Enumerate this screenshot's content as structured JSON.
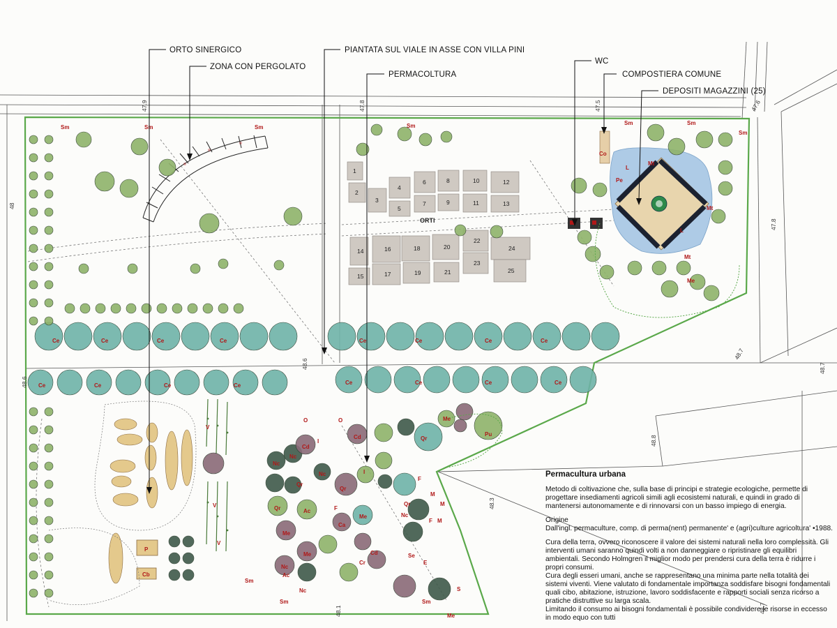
{
  "callouts": [
    {
      "id": "orto-sinergico",
      "text": "ORTO SINERGICO"
    },
    {
      "id": "zona-pergolato",
      "text": "ZONA CON PERGOLATO"
    },
    {
      "id": "piantata",
      "text": "PIANTATA SUL VIALE IN ASSE CON VILLA PINI"
    },
    {
      "id": "permacoltura",
      "text": "PERMACOLTURA"
    },
    {
      "id": "wc",
      "text": "WC"
    },
    {
      "id": "compostiera",
      "text": "COMPOSTIERA COMUNE"
    },
    {
      "id": "depositi",
      "text": "DEPOSITI MAGAZZINI (25)"
    }
  ],
  "orti_label": "ORTI",
  "plot_numbers": [
    "1",
    "2",
    "3",
    "4",
    "5",
    "6",
    "7",
    "8",
    "9",
    "10",
    "11",
    "12",
    "13",
    "14",
    "15",
    "16",
    "17",
    "18",
    "19",
    "20",
    "21",
    "22",
    "23",
    "24",
    "25"
  ],
  "elevations": [
    "47.9",
    "48",
    "47.8",
    "47.5",
    "47.6",
    "47.8",
    "48.7",
    "48.6",
    "48.6",
    "48.7",
    "48.8",
    "48.3",
    "48.1",
    "48.7"
  ],
  "species_codes": [
    "Sm",
    "Ce",
    "Nc",
    "Qr",
    "Me",
    "Cd",
    "Ac",
    "Cr",
    "Ca",
    "Pu",
    "Mt",
    "Pe",
    "Co",
    "O",
    "I",
    "F",
    "M",
    "L",
    "V",
    "P",
    "Se",
    "S",
    "E",
    "Cb"
  ],
  "legend": {
    "title": "Permacultura urbana",
    "intro": "Metodo di coltivazione che, sulla base di principi e strategie ecologiche, permette di progettare insediamenti agricoli simili agli ecosistemi naturali, e quindi in grado di mantenersi autonomamente e di rinnovarsi con un basso impiego di energia.",
    "origin_heading": "Origine",
    "origin_text": "Dall'ingl. permaculture, comp. di perma(nent) permanente' e (agri)culture agricoltura' •1988.",
    "p1": "Cura della terra, ovvero riconoscere il valore dei sistemi naturali nella loro complessità. Gli interventi umani saranno quindi volti a non danneggiare o ripristinare gli equilibri ambientali. Secondo Holmgren il miglior modo per prendersi cura della terra è ridurre i propri consumi.",
    "p2": "Cura degli esseri umani, anche se rappresentano una minima parte nella totalità dei sistemi viventi. Viene valutato di fondamentale importanza soddisfare bisogni fondamentali quali cibo, abitazione, istruzione, lavoro soddisfacente e rapporti sociali senza ricorso a pratiche distruttive su larga scala.",
    "p3": "Limitando il consumo ai bisogni fondamentali è possibile condividere le risorse in eccesso in modo equo con tutti"
  },
  "colors": {
    "boundary": "#5aa84a",
    "tree_teal": "#6fb3a8",
    "tree_dark": "#3f5a4a",
    "tree_olive": "#8fb36a",
    "tree_maroon": "#8a6a78",
    "plot": "#cfc9c2",
    "water": "#aecbe6",
    "sand": "#e8d5ad",
    "code_red": "#b01818"
  }
}
